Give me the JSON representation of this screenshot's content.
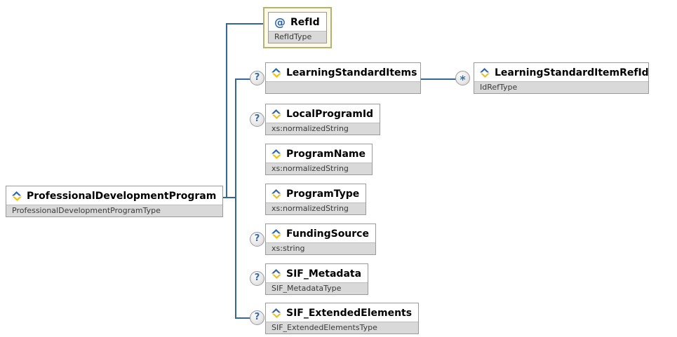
{
  "diagram": {
    "root": {
      "name": "ProfessionalDevelopmentProgram",
      "type": "ProfessionalDevelopmentProgramType"
    },
    "nodes": {
      "refid": {
        "name": "RefId",
        "type": "RefIdType",
        "kind": "attribute",
        "selected": true
      },
      "learningstandarditems": {
        "name": "LearningStandardItems",
        "type": "",
        "occurrence": "optional"
      },
      "learningstandarditemrefid": {
        "name": "LearningStandardItemRefId",
        "type": "IdRefType",
        "occurrence": "many"
      },
      "localprogramid": {
        "name": "LocalProgramId",
        "type": "xs:normalizedString",
        "occurrence": "optional"
      },
      "programname": {
        "name": "ProgramName",
        "type": "xs:normalizedString",
        "occurrence": "required"
      },
      "programtype": {
        "name": "ProgramType",
        "type": "xs:normalizedString",
        "occurrence": "required"
      },
      "fundingsource": {
        "name": "FundingSource",
        "type": "xs:string",
        "occurrence": "optional"
      },
      "sifmetadata": {
        "name": "SIF_Metadata",
        "type": "SIF_MetadataType",
        "occurrence": "optional"
      },
      "sifextendedelements": {
        "name": "SIF_ExtendedElements",
        "type": "SIF_ExtendedElementsType",
        "occurrence": "optional"
      }
    },
    "indicators": {
      "optional": "?",
      "many": "*",
      "attribute": "@"
    },
    "colors": {
      "connector_line": "#336699",
      "node_border": "#9a9a9a",
      "subtitle_bg": "#d9d9d9",
      "selected_bg": "#fdfbe7",
      "selected_border": "#b3b275",
      "icon_blue": "#2d64a8",
      "icon_gold": "#f2c010"
    }
  }
}
